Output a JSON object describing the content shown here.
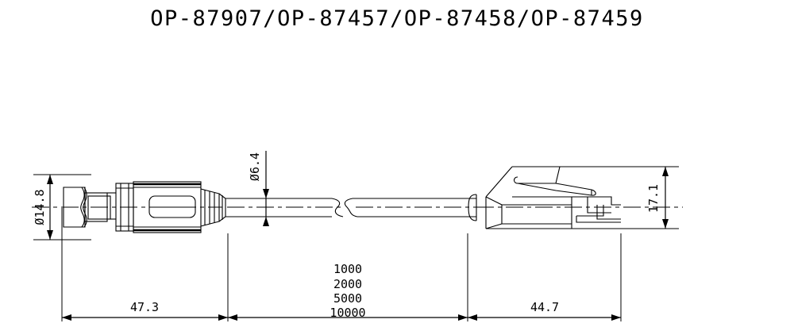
{
  "drawing": {
    "title": "OP-87907/OP-87457/OP-87458/OP-87459",
    "type": "mechanical-outline-drawing",
    "subject": "cable assembly with circular connector and modular RJ-type plug",
    "units": "mm"
  },
  "dimensions": {
    "left_connector_diameter": "Ø14.8",
    "cable_diameter": "Ø6.4",
    "right_plug_height": "17.1",
    "left_connector_length": "47.3",
    "right_plug_length": "44.7"
  },
  "cable_lengths": {
    "label_1": "1000",
    "label_2": "2000",
    "label_3": "5000",
    "label_4": "10000"
  },
  "components": {
    "left_connector_name": "circular-screw-connector",
    "cable_name": "round-cable",
    "break_symbol_name": "cable-break-symbol",
    "right_connector_name": "modular-plug"
  },
  "colors": {
    "line": "#000000",
    "background": "#ffffff"
  }
}
